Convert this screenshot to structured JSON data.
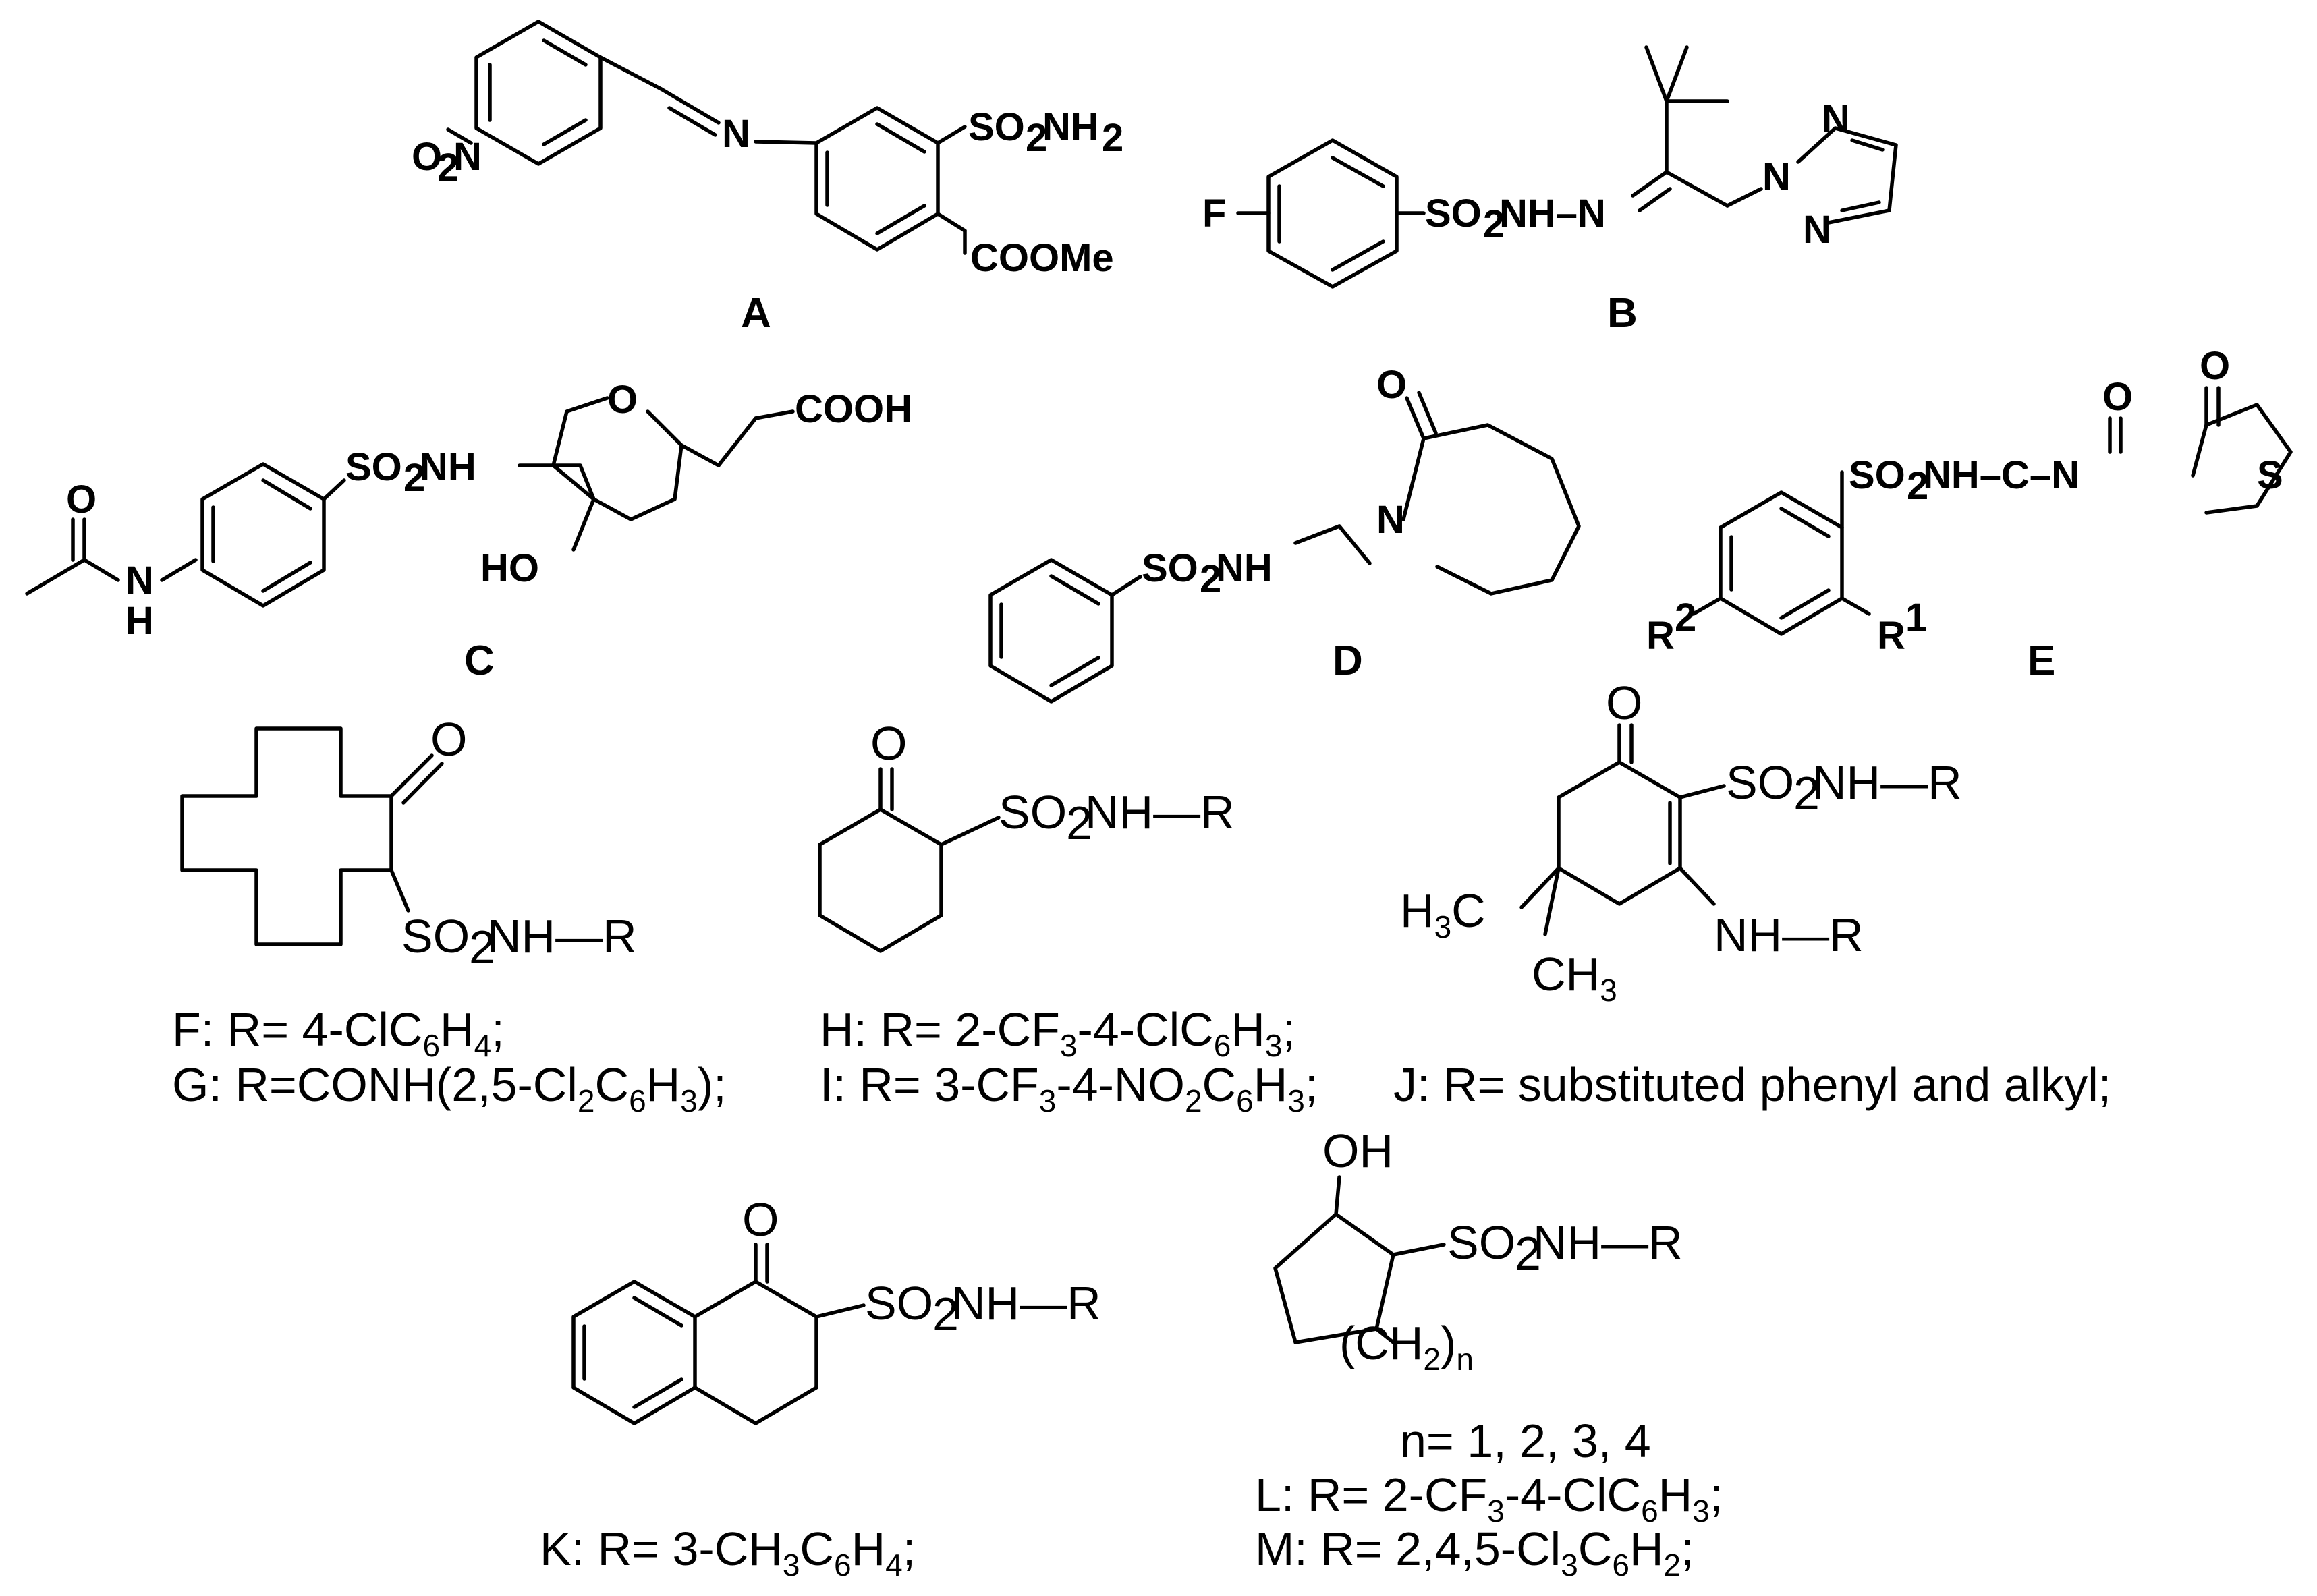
{
  "compounds": {
    "A": {
      "label": "A",
      "no2": [
        "O",
        "2",
        "N"
      ],
      "imine_n": "N",
      "so2nh2": [
        "SO",
        "2",
        "NH",
        "2"
      ],
      "coome": "COOMe"
    },
    "B": {
      "label": "B",
      "f": "F",
      "so2nh": [
        "SO",
        "2",
        "NH–N"
      ],
      "triazole_n1": "N",
      "triazole_n2": "N",
      "triazole_n3": "N"
    },
    "C": {
      "label": "C",
      "o_carbonyl": "O",
      "nh": [
        "N",
        "H"
      ],
      "so2nh": [
        "SO",
        "2",
        "NH"
      ],
      "ring_o": "O",
      "cooh": "COOH",
      "ho": "HO"
    },
    "D": {
      "label": "D",
      "o_carbonyl": "O",
      "so2nh": [
        "SO",
        "2",
        "NH"
      ],
      "ring_n": "N"
    },
    "E": {
      "label": "E",
      "o1": "O",
      "o2": "O",
      "so2nh": [
        "SO",
        "2",
        "NH–C–N"
      ],
      "s": "S",
      "r2": [
        "R",
        "2"
      ],
      "r1": [
        "R",
        "1"
      ]
    },
    "FG": {
      "o": "O",
      "so2nh": [
        "SO",
        "2",
        "NH—R"
      ],
      "caption_f": [
        "F: R= 4-ClC",
        "6",
        "H",
        "4",
        ";"
      ],
      "caption_g": [
        "G: R=CONH(2,5-Cl",
        "2",
        "C",
        "6",
        "H",
        "3",
        ");"
      ]
    },
    "HI": {
      "o": "O",
      "so2nh": [
        "SO",
        "2",
        "NH—R"
      ],
      "caption_h": [
        "H: R= 2-CF",
        "3",
        "-4-ClC",
        "6",
        "H",
        "3",
        ";"
      ],
      "caption_i": [
        "I: R= 3-CF",
        "3",
        "-4-NO",
        "2",
        "C",
        "6",
        "H",
        "3",
        ";"
      ]
    },
    "J": {
      "o": "O",
      "so2nh": [
        "SO",
        "2",
        "NH—R"
      ],
      "nh": "NH—R",
      "h3c": [
        "H",
        "3",
        "C"
      ],
      "ch3": [
        "CH",
        "3"
      ],
      "caption": "J: R= substituted phenyl and alkyl;"
    },
    "K": {
      "o": "O",
      "so2nh": [
        "SO",
        "2",
        "NH—R"
      ],
      "caption": [
        "K: R= 3-CH",
        "3",
        "C",
        "6",
        "H",
        "4",
        ";"
      ]
    },
    "LM": {
      "oh": "OH",
      "so2nh": [
        "SO",
        "2",
        "NH—R"
      ],
      "ch2n": [
        "(CH",
        "2",
        ")",
        "n"
      ],
      "n_values": "n= 1, 2, 3, 4",
      "caption_l": [
        "L: R= 2-CF",
        "3",
        "-4-ClC",
        "6",
        "H",
        "3",
        ";"
      ],
      "caption_m": [
        "M: R= 2,4,5-Cl",
        "3",
        "C",
        "6",
        "H",
        "2",
        ";"
      ]
    }
  }
}
